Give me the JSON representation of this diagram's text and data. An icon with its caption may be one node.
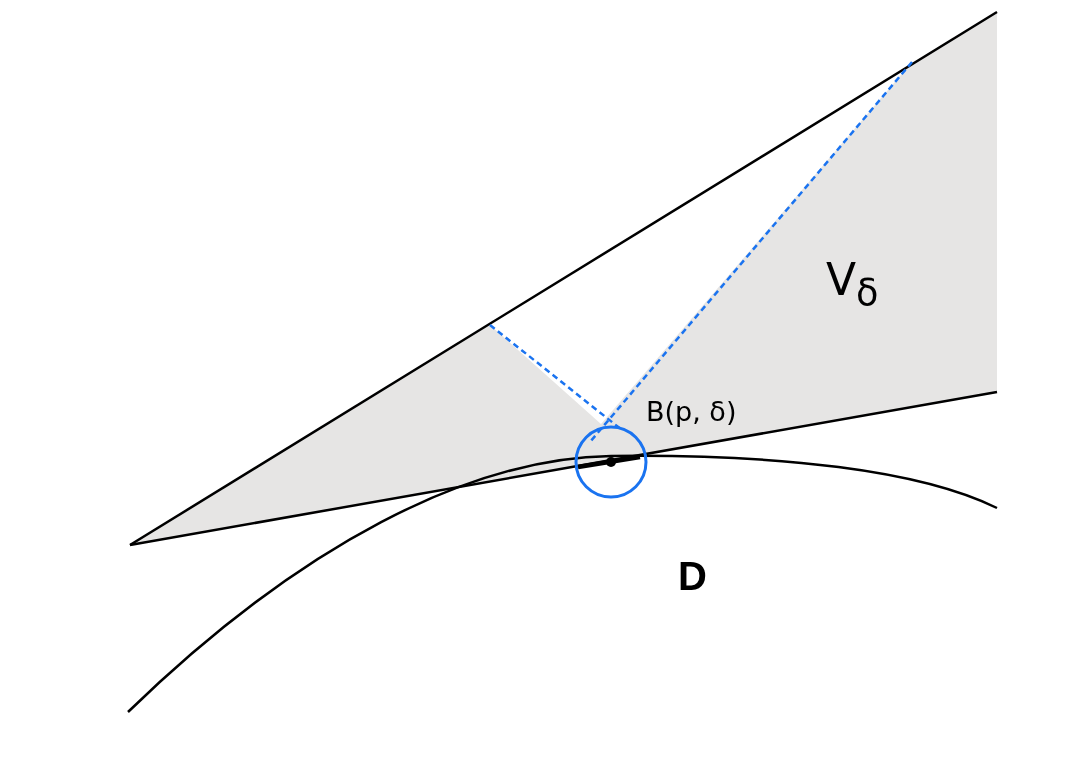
{
  "diagram": {
    "labels": [
      "V$_{δ}$",
      "B(p, δ)",
      "D"
    ]
  }
}
